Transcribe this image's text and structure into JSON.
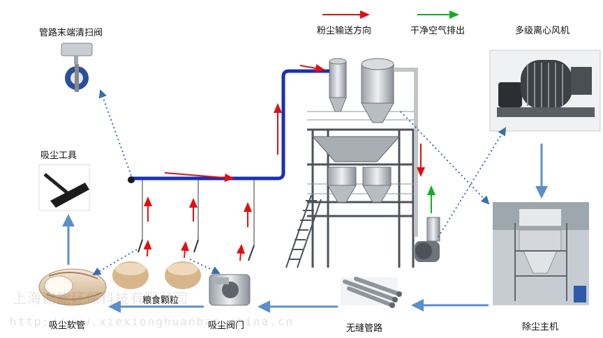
{
  "legend": {
    "dust_flow": "粉尘输送方向",
    "clean_air": "干净空气排出"
  },
  "labels": {
    "end_valve": "管路末端清扫阀",
    "suction_tool": "吸尘工具",
    "suction_hose": "吸尘软管",
    "grain": "粮食颗粒",
    "suction_valve": "吸尘阀门",
    "seamless_pipe": "无缝管路",
    "dust_host": "除尘主机",
    "fan": "多级离心风机"
  },
  "watermark": {
    "company": "上海谢能环保科技有限公司",
    "url": "http://www.xiexionghuanbao.china.cn"
  },
  "colors": {
    "dust_arrow": "#e01010",
    "clean_arrow": "#10b020",
    "pipe": "#1a2fb8",
    "flow_arrow": "#5b8fc9",
    "dotted": "#3a6ea8"
  }
}
